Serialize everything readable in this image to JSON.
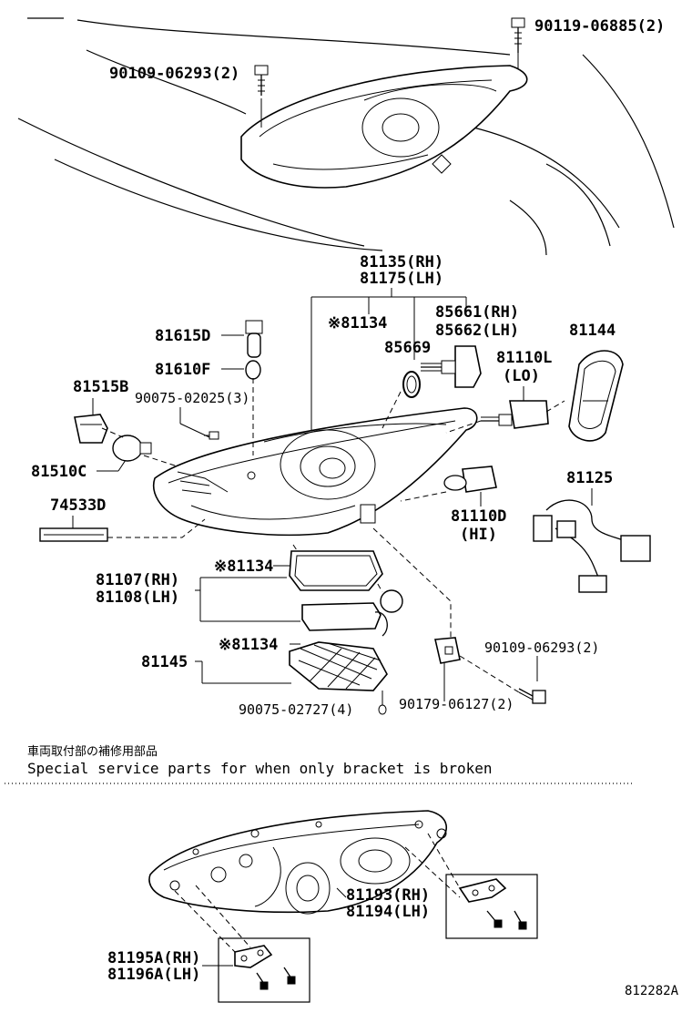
{
  "labels": {
    "bolt_top_right": "90119-06885(2)",
    "bolt_top_left": "90109-06293(2)",
    "assembly_rh": "81135(RH)",
    "assembly_lh": "81175(LH)",
    "lens_mark": "※81134",
    "lamp_rh": "85661(RH)",
    "lamp_lh": "85662(LH)",
    "cover_81144": "81144",
    "bulb_81615d": "81615D",
    "bulb_81610f": "81610F",
    "oring_85669": "85669",
    "bulb_lo_code": "81110L",
    "bulb_lo_tag": "(LO)",
    "socket_81515b": "81515B",
    "screw_90075_02025": "90075-02025(3)",
    "bulb_81510c": "81510C",
    "harness_81125": "81125",
    "bulb_hi_code": "81110D",
    "bulb_hi_tag": "(HI)",
    "reflector_74533d": "74533D",
    "ballast_mark": "※81134",
    "ballast_rh": "81107(RH)",
    "ballast_lh": "81108(LH)",
    "bolt_90109_right": "90109-06293(2)",
    "cover_mark": "※81134",
    "cover_81145": "81145",
    "bolt_90179": "90179-06127(2)",
    "screw_90075_02727": "90075-02727(4)",
    "note_jp": "車両取付部の補修用部品",
    "note_en": "Special service parts for when only bracket is broken",
    "bracket_rh": "81193(RH)",
    "bracket_lh": "81194(LH)",
    "bracket2_rh": "81195A(RH)",
    "bracket2_lh": "81196A(LH)",
    "diagram_code": "812282A"
  }
}
